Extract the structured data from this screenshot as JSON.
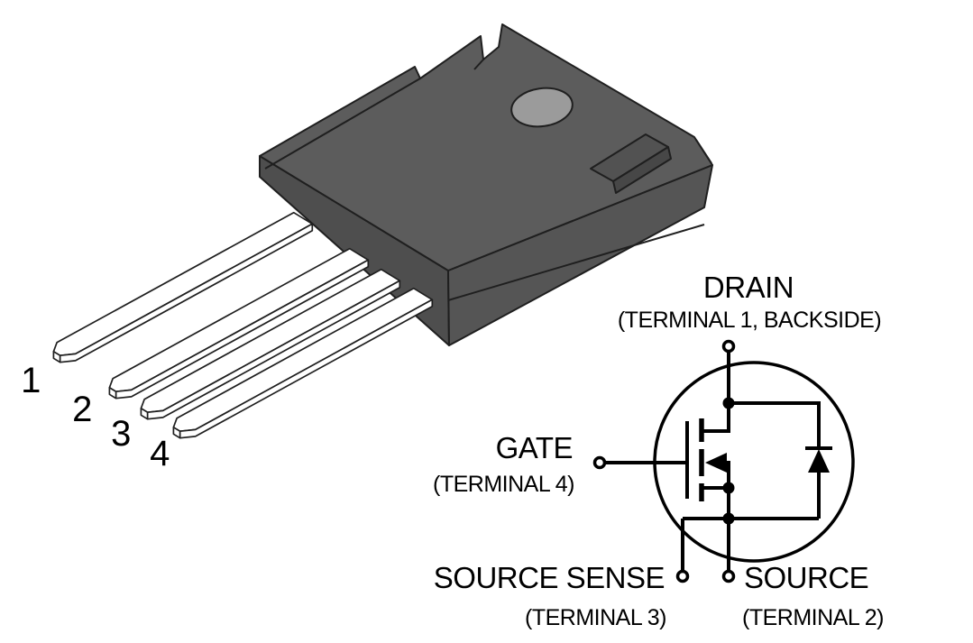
{
  "diagram": {
    "title": "TO-247-4 package pinout with MOSFET schematic",
    "package_pins": [
      {
        "number": "1"
      },
      {
        "number": "2"
      },
      {
        "number": "3"
      },
      {
        "number": "4"
      }
    ],
    "terminals": {
      "drain": {
        "label": "DRAIN",
        "sublabel": "(TERMINAL 1, BACKSIDE)"
      },
      "gate": {
        "label": "GATE",
        "sublabel": "(TERMINAL 4)"
      },
      "source_sense": {
        "label": "SOURCE SENSE",
        "sublabel": "(TERMINAL 3)"
      },
      "source": {
        "label": "SOURCE",
        "sublabel": "(TERMINAL 2)"
      }
    },
    "colors": {
      "background": "#ffffff",
      "body": "#5c5c5c",
      "body_front": "#555555",
      "body_side": "#4e4e4e",
      "mounting_hole": "#9b9b9b",
      "lead": "#ffffff",
      "line": "#000000"
    }
  }
}
